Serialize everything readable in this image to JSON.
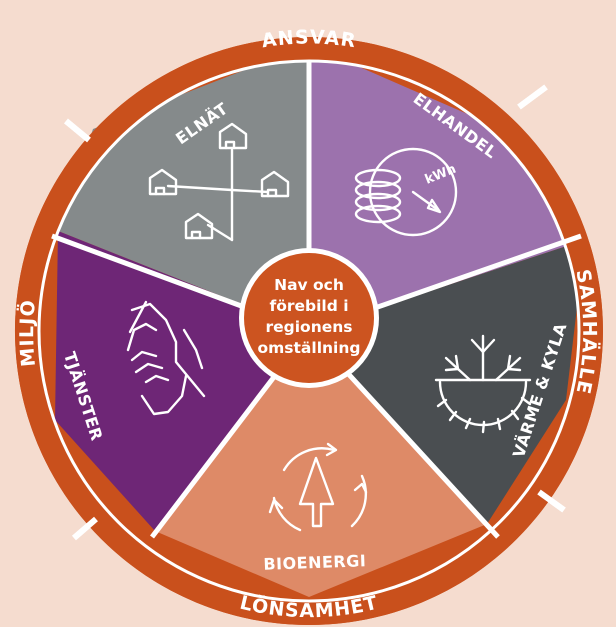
{
  "ring": {
    "top": "ANSVAR",
    "right": "SAMHÄLLE",
    "bottom": "LÖNSAMHET",
    "left": "MILJÖ"
  },
  "segments": {
    "elnat": {
      "label": "ELNÄT",
      "color": "#858a8b"
    },
    "elhandel": {
      "label": "ELHANDEL",
      "color": "#9c72ad"
    },
    "varme": {
      "label": "VÄRME & KYLA",
      "color": "#4a4e51"
    },
    "bioenergi": {
      "label": "BIOENERGI",
      "color": "#de8a67"
    },
    "tjanster": {
      "label": "TJÄNSTER",
      "color": "#6e2676"
    }
  },
  "center": {
    "line1": "Nav och",
    "line2": "förebild i",
    "line3": "regionens",
    "line4": "omställning"
  },
  "icons": {
    "elnat": "power-grid-houses-icon",
    "elhandel": "kwh-meter-coins-icon",
    "varme": "sun-snowflake-icon",
    "bioenergi": "recycle-tree-icon",
    "tjanster": "handshake-icon"
  },
  "meter_label": "kWh",
  "colors": {
    "background": "#f5dccf",
    "ring": "#c9501c",
    "center": "#cc5420"
  }
}
